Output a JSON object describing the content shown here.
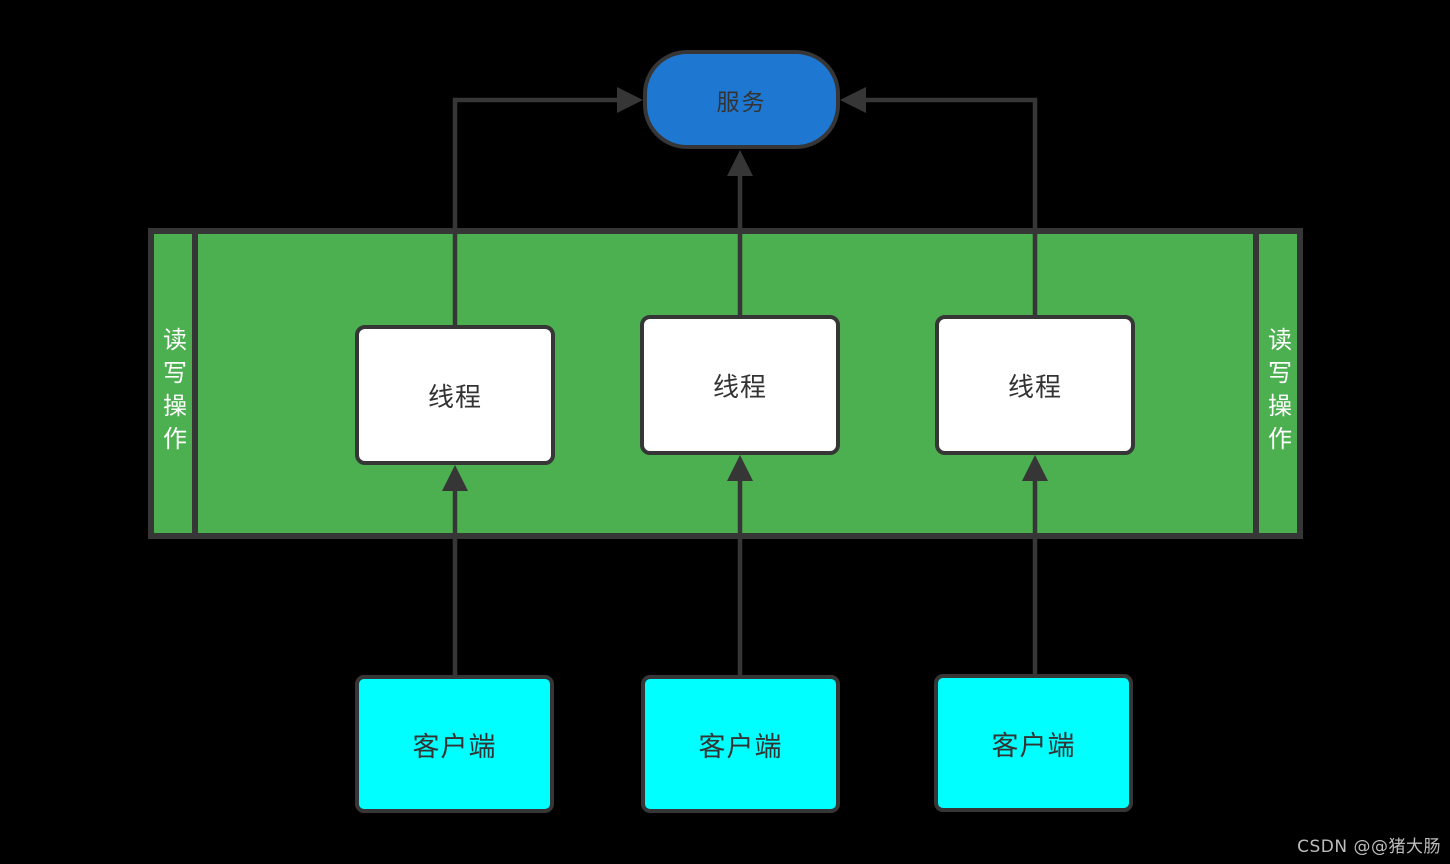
{
  "colors": {
    "background": "#000000",
    "line": "#363636",
    "service_fill": "#1E78D2",
    "band_fill": "#4CAF50",
    "thread_fill": "#FFFFFF",
    "client_fill": "#00FFFF",
    "node_text": "#333333",
    "band_label_text": "#FFFFFF",
    "watermark_text": "#BDBDBD"
  },
  "service": {
    "label": "服务"
  },
  "band": {
    "left_label": "读写操作",
    "right_label": "读写操作"
  },
  "threads": [
    {
      "label": "线程"
    },
    {
      "label": "线程"
    },
    {
      "label": "线程"
    }
  ],
  "clients": [
    {
      "label": "客户端"
    },
    {
      "label": "客户端"
    },
    {
      "label": "客户端"
    }
  ],
  "watermark": {
    "text": "CSDN @@猪大肠"
  }
}
